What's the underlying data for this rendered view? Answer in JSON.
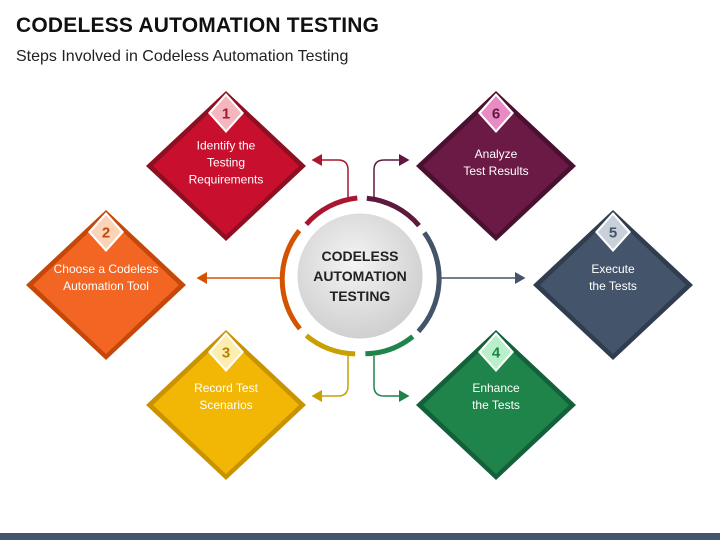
{
  "title": "CODELESS AUTOMATION TESTING",
  "subtitle": "Steps Involved in Codeless Automation Testing",
  "center": {
    "label": "CODELESS\nAUTOMATION\nTESTING"
  },
  "steps": [
    {
      "number": "1",
      "label": "Identify the\nTesting\nRequirements",
      "color": "#c8102e"
    },
    {
      "number": "2",
      "label": "Choose a Codeless\nAutomation Tool",
      "color": "#f26522"
    },
    {
      "number": "3",
      "label": "Record Test\nScenarios",
      "color": "#f2b705"
    },
    {
      "number": "4",
      "label": "Enhance\nthe Tests",
      "color": "#1e8449"
    },
    {
      "number": "5",
      "label": "Execute\nthe Tests",
      "color": "#44546a"
    },
    {
      "number": "6",
      "label": "Analyze\nTest Results",
      "color": "#7b1c4e"
    }
  ]
}
